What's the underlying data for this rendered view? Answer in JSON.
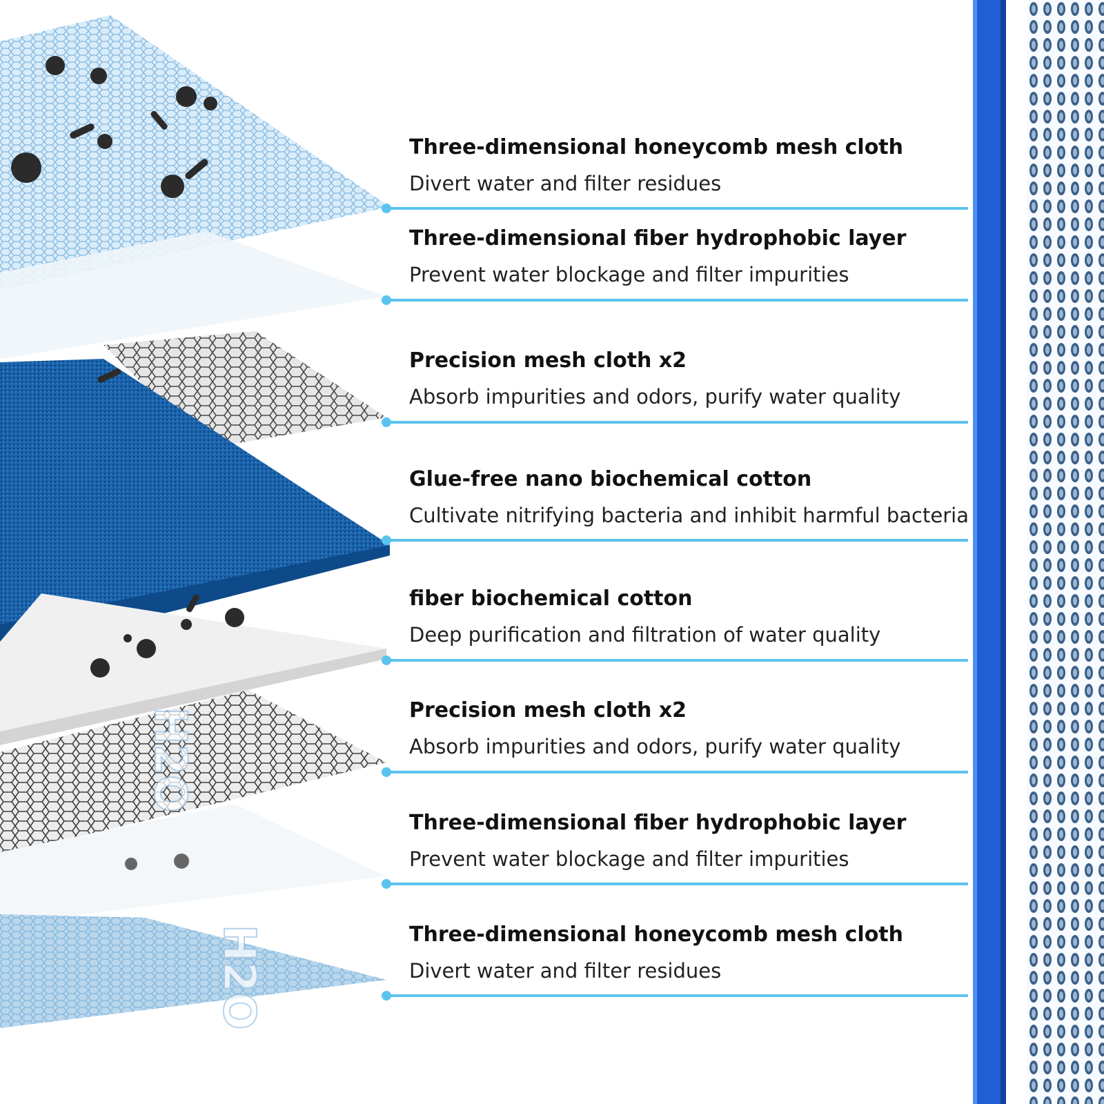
{
  "colors": {
    "accent": "#5bc4ee",
    "title": "#111111",
    "desc": "#222222",
    "strip_blue": "#1f5fd6",
    "cotton_blue": "#1d6fb8"
  },
  "layers": [
    {
      "title": "Three-dimensional honeycomb mesh cloth",
      "desc": "Divert water and filter residues"
    },
    {
      "title": "Three-dimensional fiber hydrophobic layer",
      "desc": "Prevent water blockage and filter impurities"
    },
    {
      "title": "Precision mesh cloth x2",
      "desc": "Absorb impurities and odors, purify water quality"
    },
    {
      "title": "Glue-free nano biochemical cotton",
      "desc": "Cultivate nitrifying bacteria and inhibit harmful bacteria"
    },
    {
      "title": "fiber biochemical cotton",
      "desc": "Deep purification and filtration of water quality"
    },
    {
      "title": "Precision mesh cloth x2",
      "desc": "Absorb impurities and odors, purify water quality"
    },
    {
      "title": "Three-dimensional fiber hydrophobic layer",
      "desc": "Prevent water blockage and filter impurities"
    },
    {
      "title": "Three-dimensional honeycomb mesh cloth",
      "desc": "Divert water and filter residues"
    }
  ],
  "molecule_labels": [
    "H2O",
    "H2O"
  ]
}
